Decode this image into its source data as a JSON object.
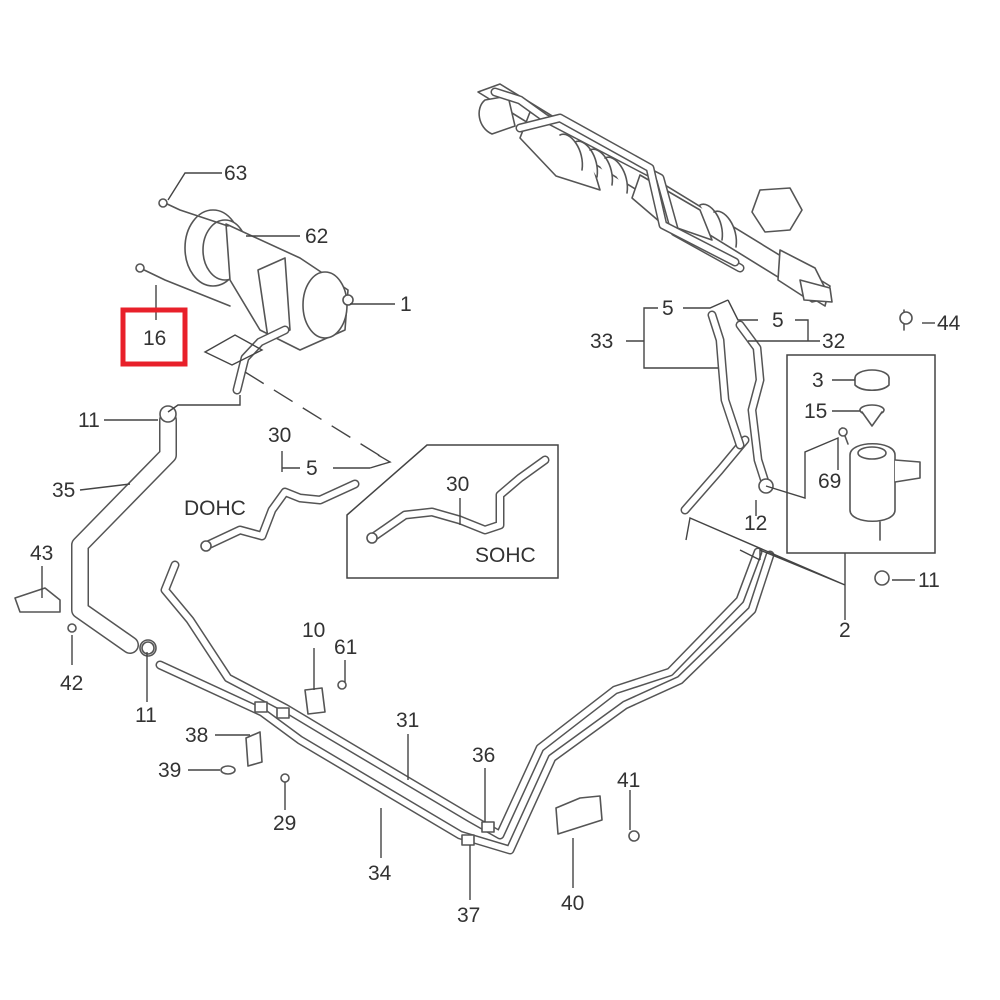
{
  "diagram": {
    "title": "Power steering system exploded parts diagram",
    "highlight_color": "#e8202a",
    "highlighted_part": "16",
    "variant_labels": {
      "dohc": "DOHC",
      "sohc": "SOHC"
    },
    "callouts": {
      "p63": "63",
      "p62": "62",
      "p1": "1",
      "p16": "16",
      "p11_top": "11",
      "p35": "35",
      "p30_dohc": "30",
      "p5_dohc": "5",
      "p30_sohc": "30",
      "p43": "43",
      "p42": "42",
      "p11_left": "11",
      "p10": "10",
      "p61": "61",
      "p38": "38",
      "p39": "39",
      "p29": "29",
      "p31": "31",
      "p34": "34",
      "p36": "36",
      "p37": "37",
      "p40": "40",
      "p41": "41",
      "p5_left": "5",
      "p5_right": "5",
      "p33": "33",
      "p32": "32",
      "p44": "44",
      "p3": "3",
      "p15": "15",
      "p69": "69",
      "p12": "12",
      "p11_right": "11",
      "p2": "2"
    }
  }
}
